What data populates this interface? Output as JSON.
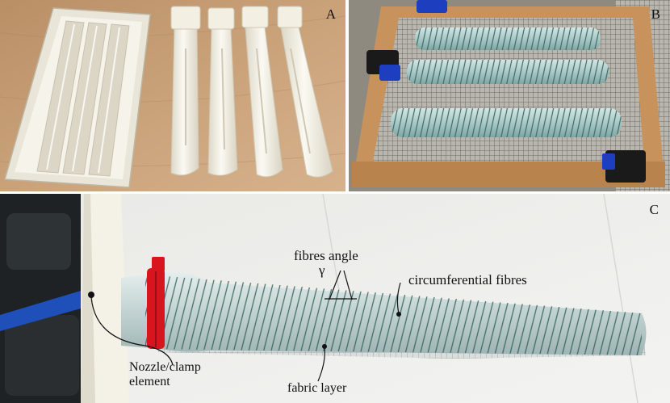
{
  "figure": {
    "panels": [
      {
        "letter": "A"
      },
      {
        "letter": "B"
      },
      {
        "letter": "C"
      }
    ],
    "annotations": {
      "fibres_angle": "fibres angle",
      "gamma": "γ",
      "circumferential_fibres": "circumferential fibres",
      "nozzle_clamp_line1": "Nozzle/clamp",
      "nozzle_clamp_line2": "element",
      "fabric_layer": "fabric layer"
    }
  },
  "colors": {
    "table_wood": "#c9a27b",
    "printed_part": "#f2efe6",
    "fibre": "#3f6b64",
    "clamp_red": "#d8141e",
    "frame_wood": "#c7925b",
    "mesh": "#8f8c86",
    "clamp_blue": "#1d3fbf"
  }
}
